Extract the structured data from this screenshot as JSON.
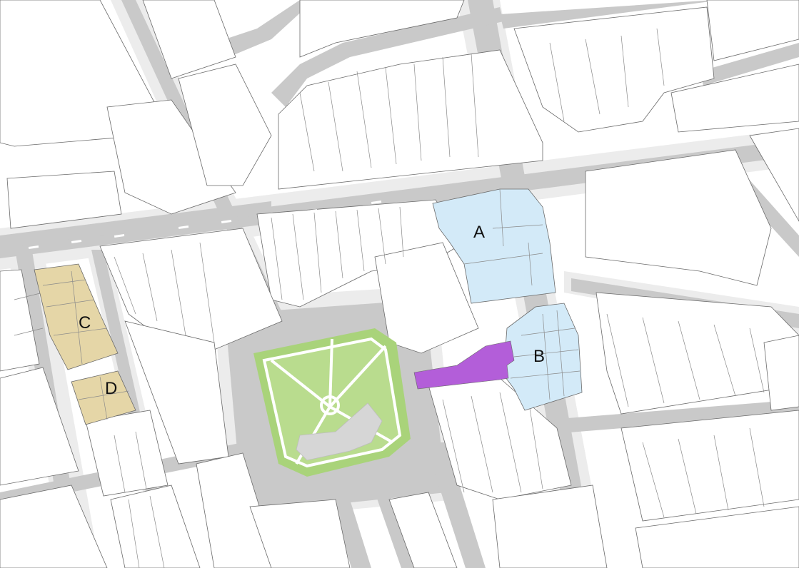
{
  "map": {
    "labels": {
      "A": "A",
      "B": "B",
      "C": "C",
      "D": "D"
    },
    "colors": {
      "background": "#ffffff",
      "road": "#c9c9c9",
      "pavement": "#ececec",
      "plot_outline": "#6a6a6a",
      "area_a_b_fill": "#d3eaf8",
      "area_c_d_fill": "#e5d6a7",
      "highlight_fill": "#b35ed9",
      "park_fill": "#a9d37a",
      "park_lawn": "#b9dc8e",
      "monument": "#d6d6d6"
    }
  }
}
